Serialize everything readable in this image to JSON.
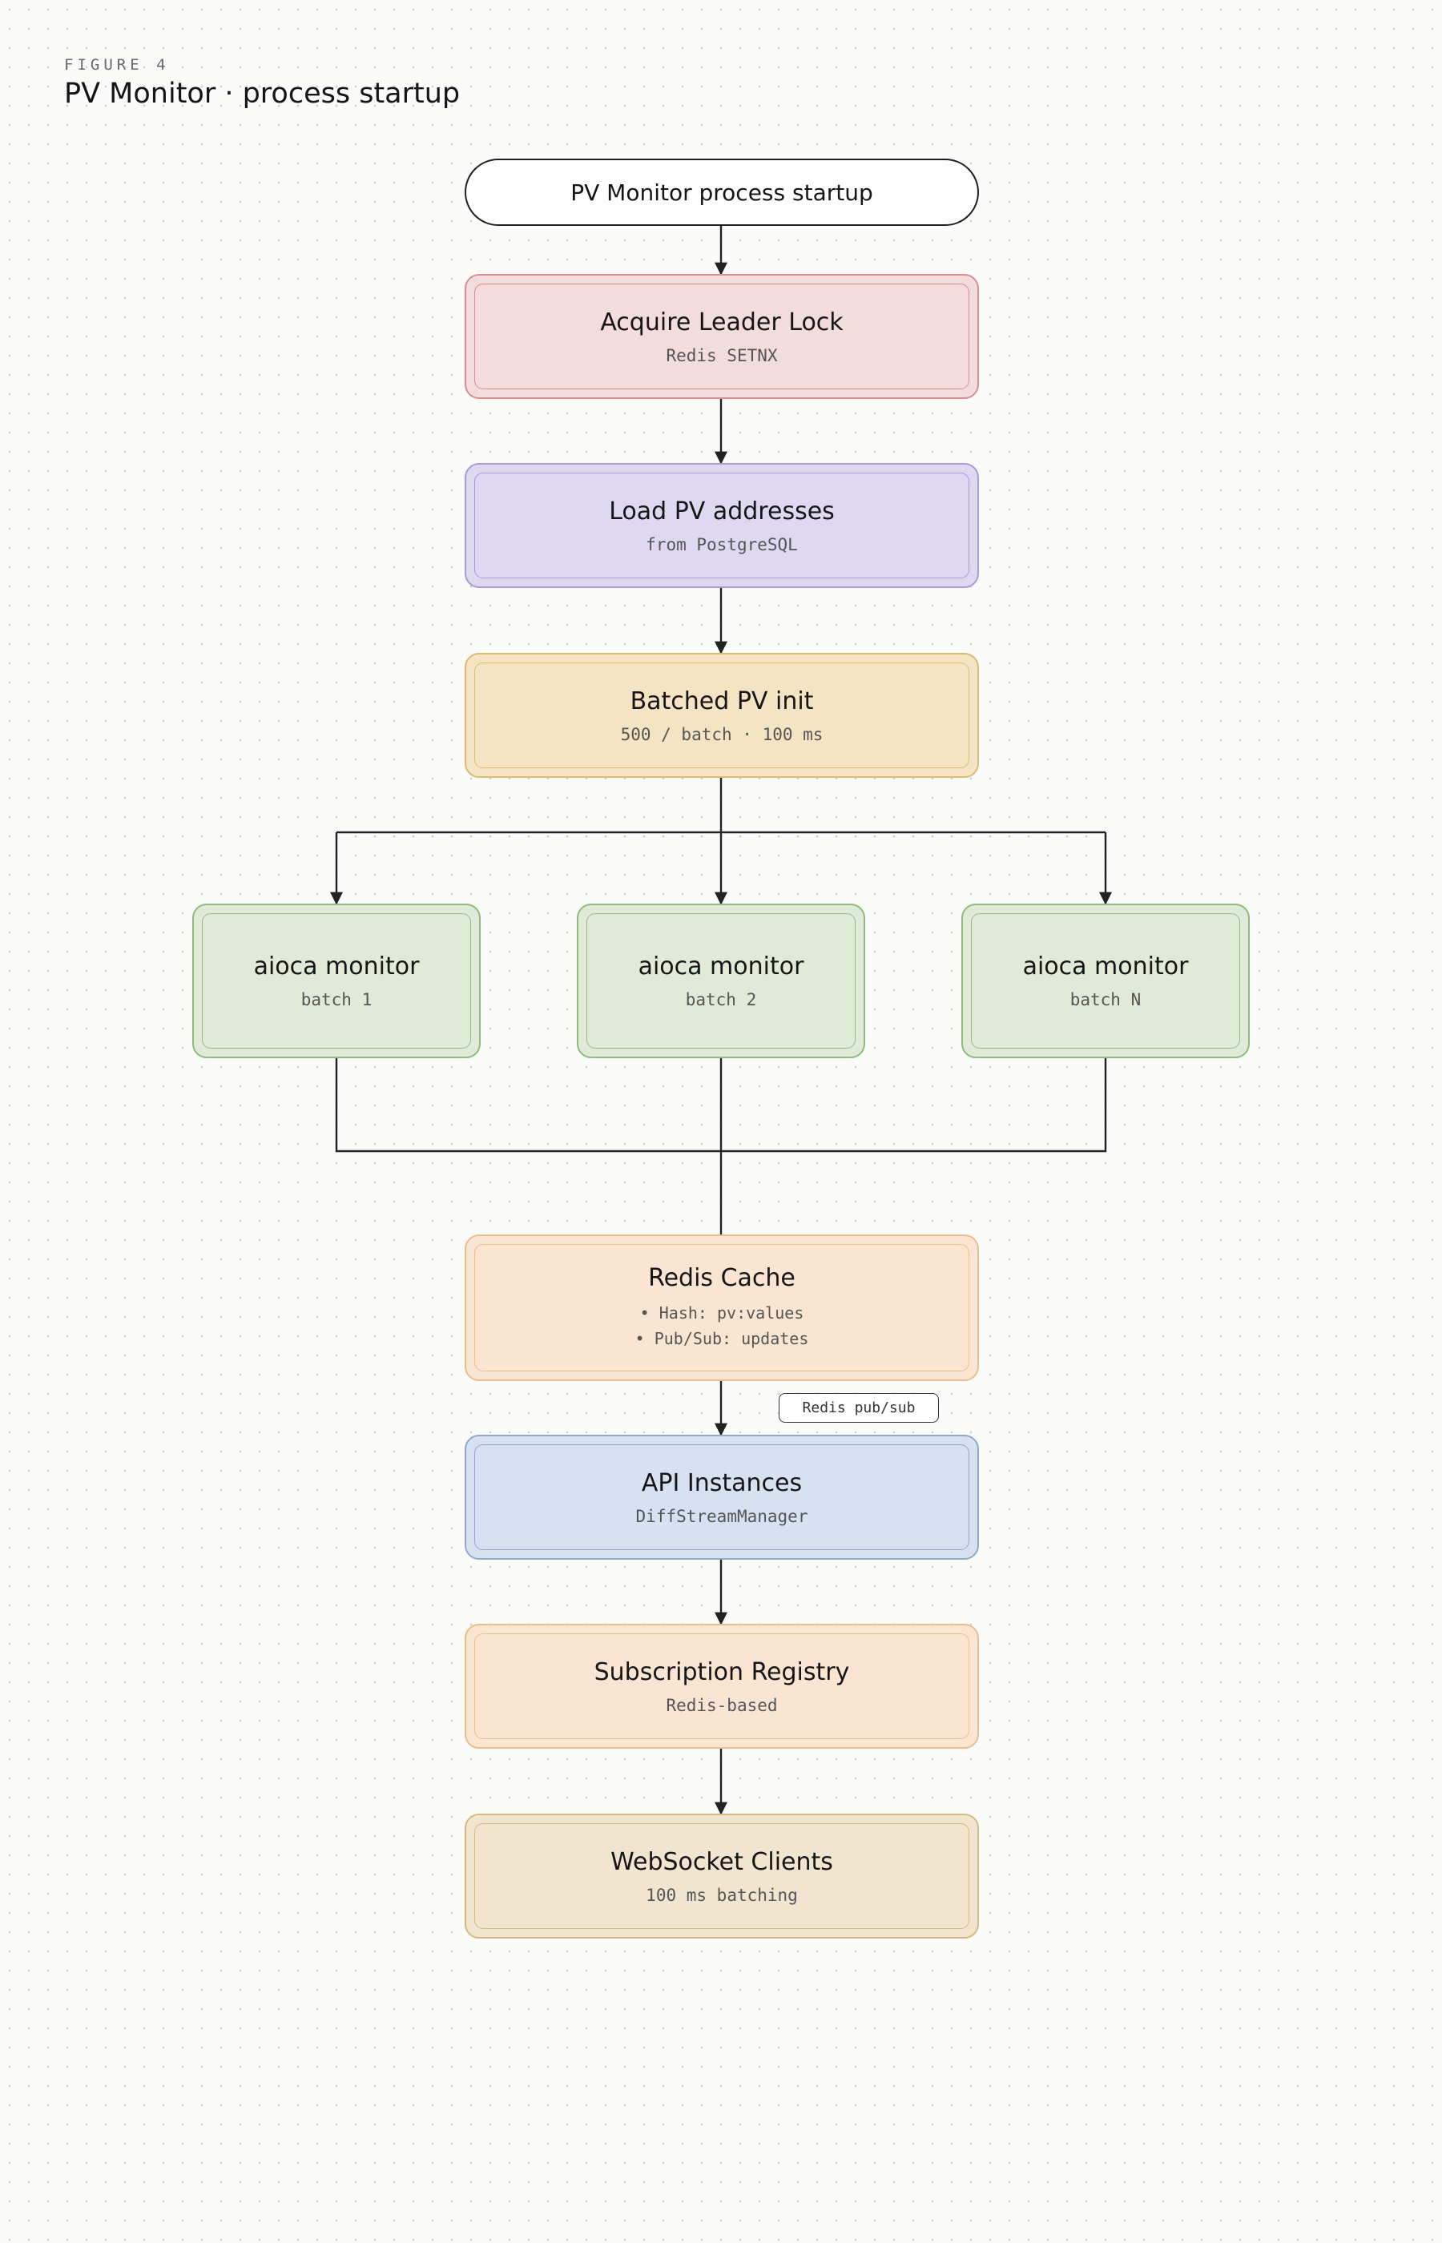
{
  "figure": {
    "label": "FIGURE 4",
    "title": "PV Monitor · process startup"
  },
  "start": {
    "label": "PV Monitor process startup"
  },
  "nodes": {
    "leader_lock": {
      "title": "Acquire Leader Lock",
      "sub": "Redis SETNX",
      "color": "#f2dcdc",
      "border": "#d88d91"
    },
    "load_pv": {
      "title": "Load PV addresses",
      "sub": "from PostgreSQL",
      "color": "#dfd8f1",
      "border": "#a89bd6"
    },
    "batched_init": {
      "title": "Batched PV init",
      "sub": "500 / batch · 100 ms",
      "color": "#f4e4c3",
      "border": "#d9bb72"
    },
    "monitor_1": {
      "title": "aioca monitor",
      "sub": "batch 1",
      "color": "#dfebd6",
      "border": "#8fbb7f"
    },
    "monitor_2": {
      "title": "aioca monitor",
      "sub": "batch 2",
      "color": "#dfebd6",
      "border": "#8fbb7f"
    },
    "monitor_n": {
      "title": "aioca monitor",
      "sub": "batch N",
      "color": "#dfebd6",
      "border": "#8fbb7f"
    },
    "redis_cache": {
      "title": "Redis Cache",
      "items": [
        "Hash: pv:values",
        "Pub/Sub: updates"
      ],
      "color": "#f9e5d2",
      "border": "#ebbd8c"
    },
    "api_instances": {
      "title": "API Instances",
      "sub": "DiffStreamManager",
      "color": "#d6e2f1",
      "border": "#8fa9cc"
    },
    "subscription_registry": {
      "title": "Subscription Registry",
      "sub": "Redis-based",
      "color": "#f9e5d2",
      "border": "#ebbd8c"
    },
    "websocket_clients": {
      "title": "WebSocket Clients",
      "sub": "100 ms batching",
      "color": "#f2e5cf",
      "border": "#d5b884"
    }
  },
  "edge_labels": {
    "pubsub": "Redis pub/sub"
  }
}
